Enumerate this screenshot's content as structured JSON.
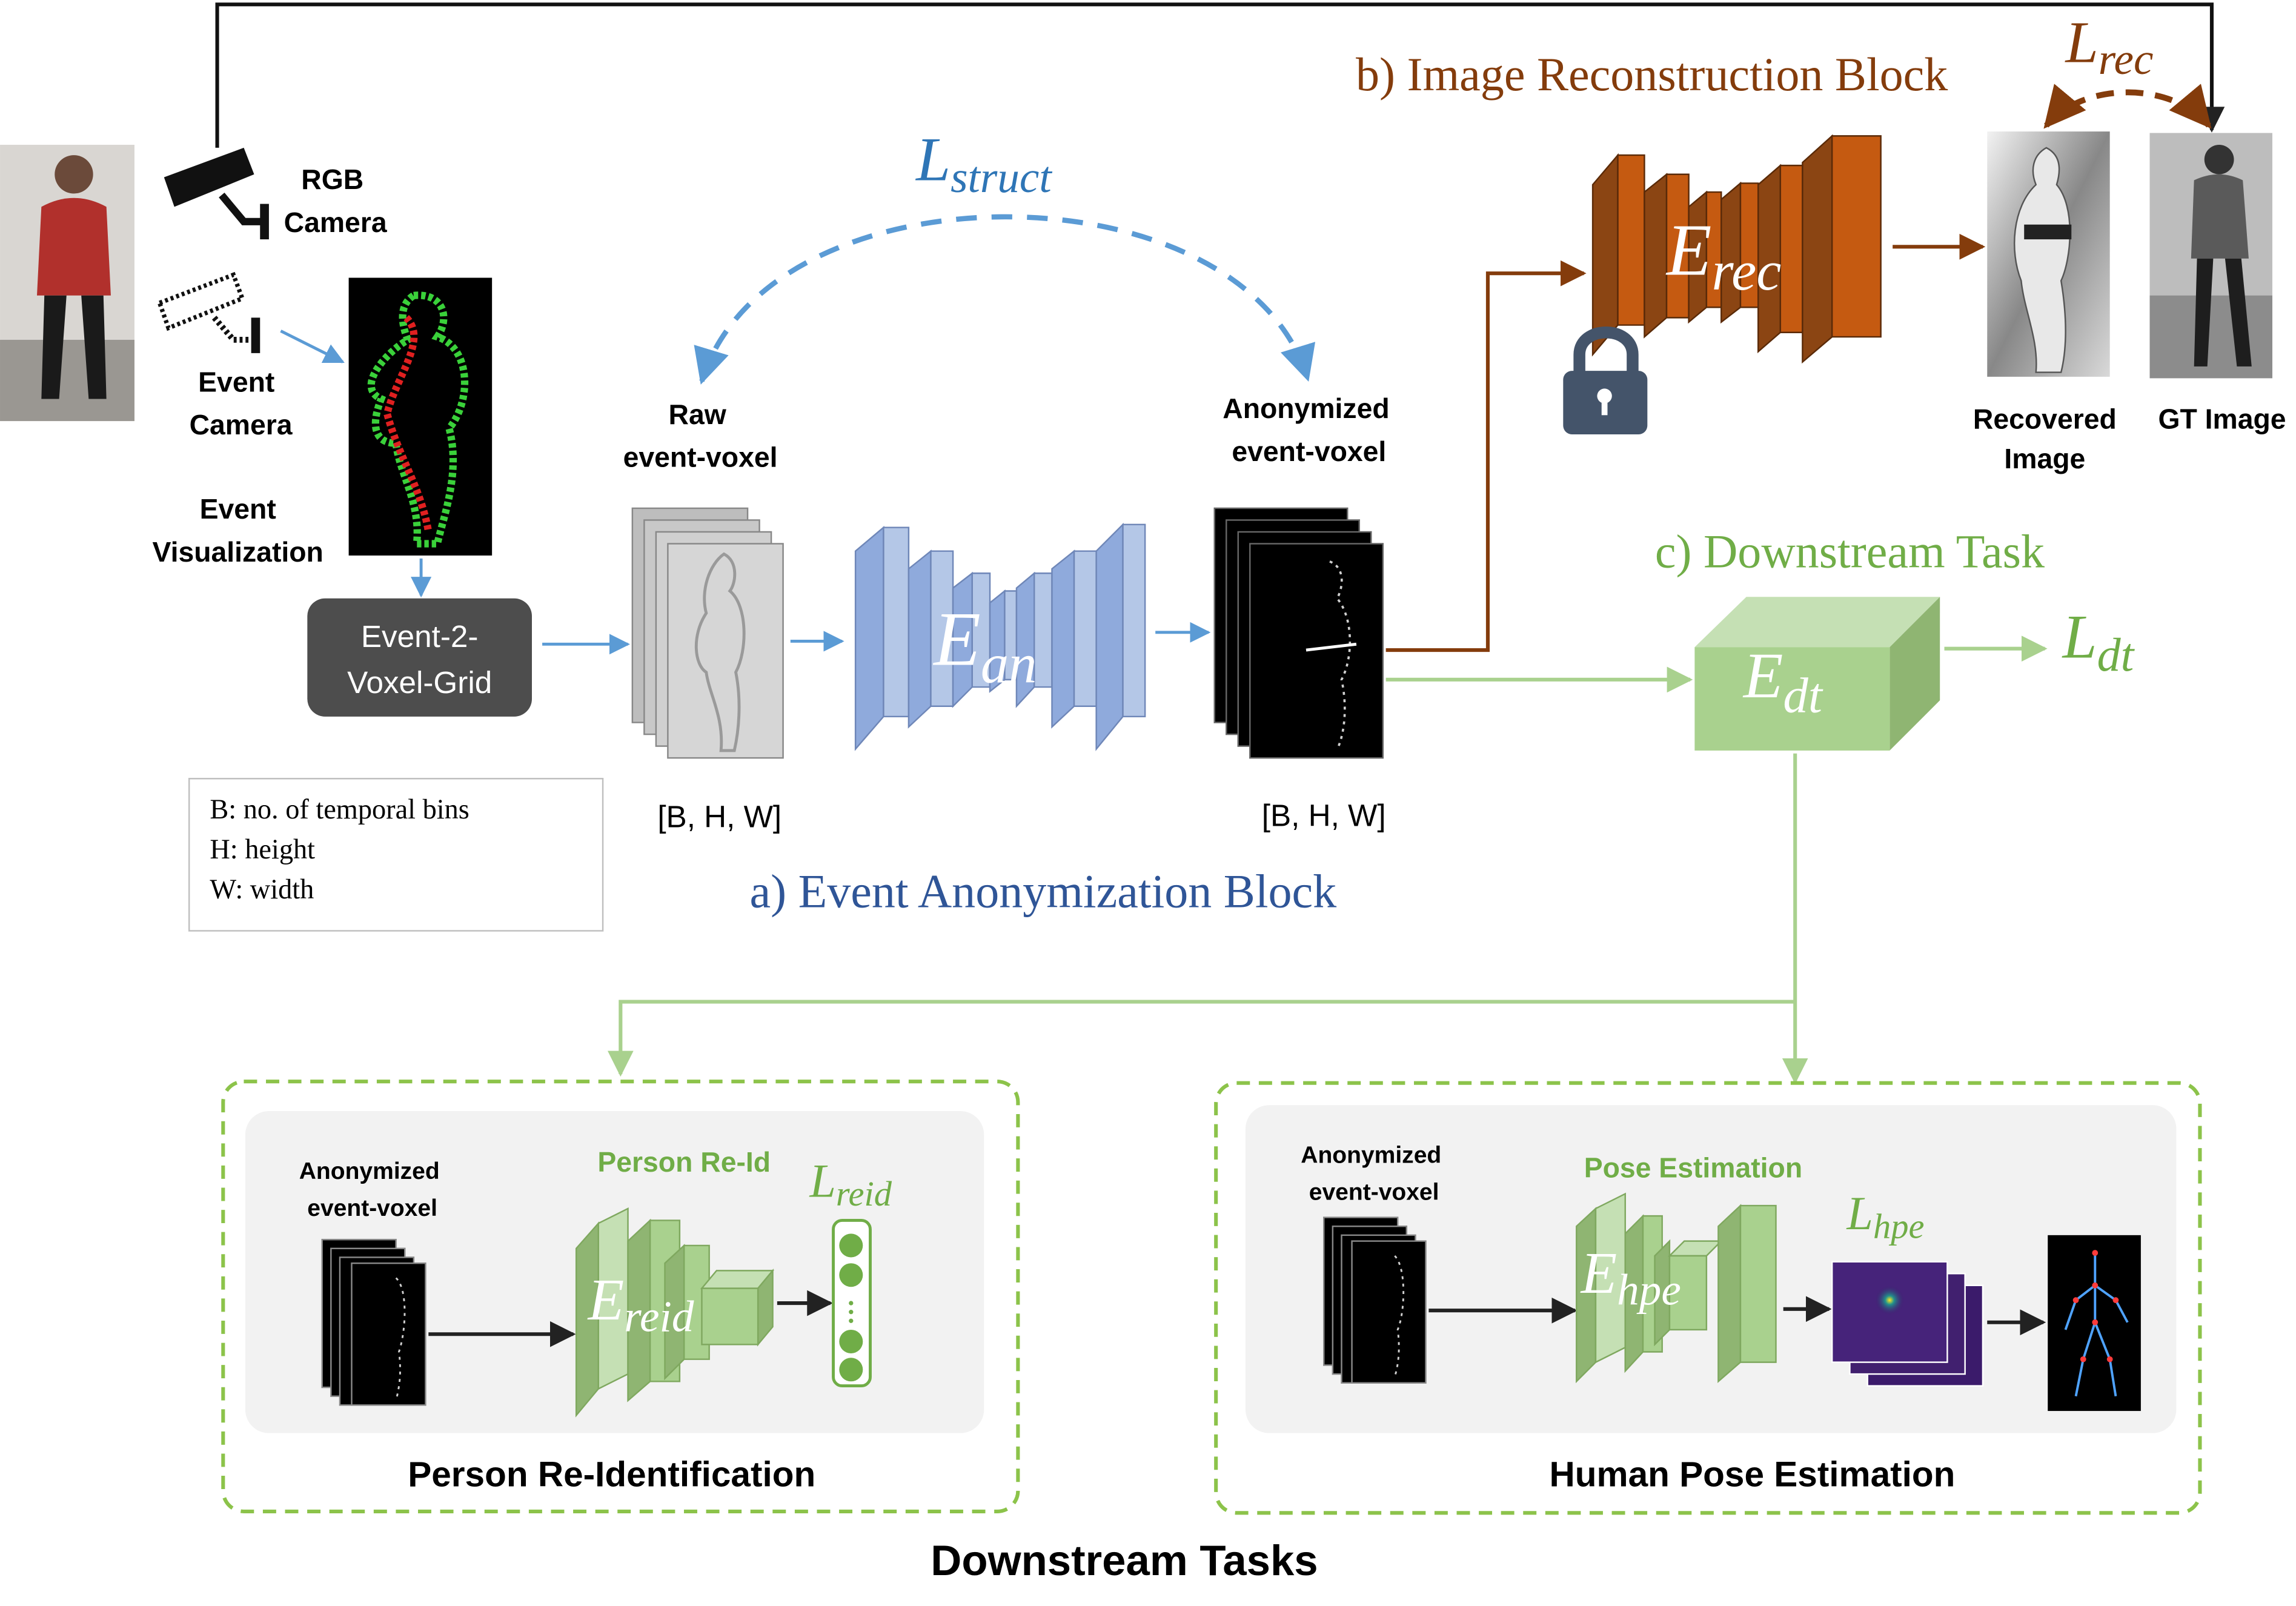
{
  "sources": {
    "rgb_camera": {
      "line1": "RGB",
      "line2": "Camera"
    },
    "event_camera": {
      "line1": "Event",
      "line2": "Camera"
    },
    "event_visualization": {
      "line1": "Event",
      "line2": "Visualization"
    },
    "voxel_grid": {
      "line1": "Event-2-",
      "line2": "Voxel-Grid"
    }
  },
  "legend": {
    "b": "B: no. of temporal bins",
    "h": "H: height",
    "w": "W: width"
  },
  "anonymization": {
    "title": "a) Event Anonymization Block",
    "raw_label": {
      "line1": "Raw",
      "line2": "event-voxel"
    },
    "anon_label": {
      "line1": "Anonymized",
      "line2": "event-voxel"
    },
    "dims_raw": "[B, H, W]",
    "dims_anon": "[B, H, W]",
    "encoder": {
      "base": "E",
      "sub": "an"
    },
    "loss": {
      "base": "L",
      "sub": "struct"
    }
  },
  "reconstruction": {
    "title": "b) Image Reconstruction Block",
    "encoder": {
      "base": "E",
      "sub": "rec"
    },
    "loss": {
      "base": "L",
      "sub": "rec"
    },
    "recovered": {
      "line1": "Recovered",
      "line2": "Image"
    },
    "gt": "GT Image"
  },
  "downstream": {
    "title": "c) Downstream Task",
    "encoder": {
      "base": "E",
      "sub": "dt"
    },
    "loss": {
      "base": "L",
      "sub": "dt"
    },
    "section_title": "Downstream Tasks",
    "reid": {
      "input": {
        "line1": "Anonymized",
        "line2": "event-voxel"
      },
      "model": "Person Re-Id",
      "encoder": {
        "base": "E",
        "sub": "reid"
      },
      "loss": {
        "base": "L",
        "sub": "reid"
      },
      "caption": "Person Re-Identification"
    },
    "hpe": {
      "input": {
        "line1": "Anonymized",
        "line2": "event-voxel"
      },
      "model": "Pose Estimation",
      "encoder": {
        "base": "E",
        "sub": "hpe"
      },
      "loss": {
        "base": "L",
        "sub": "hpe"
      },
      "caption": "Human Pose Estimation"
    }
  },
  "colors": {
    "blue_text": "#2f5597",
    "blue_arrow": "#5b9bd5",
    "brown": "#843c0c",
    "green": "#70ad47",
    "green_light": "#a9d18e",
    "purple": "#8faadc"
  }
}
